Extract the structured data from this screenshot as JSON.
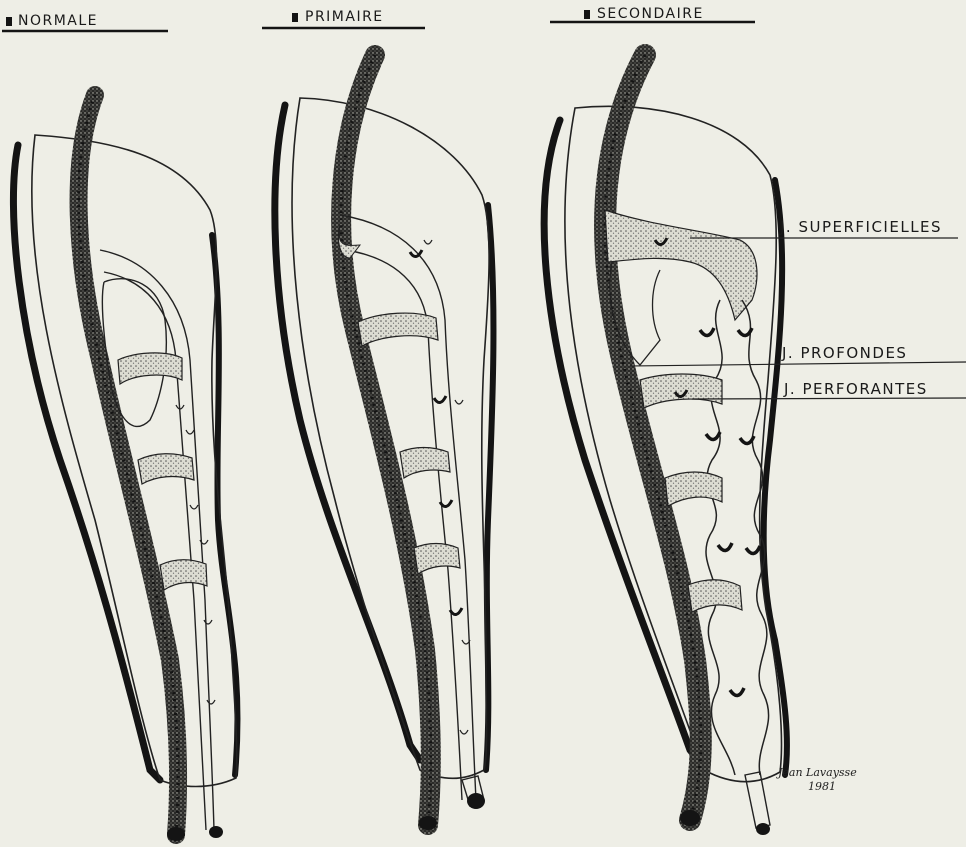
{
  "headers": {
    "normale": "NORMALE",
    "primaire": "PRIMAIRE",
    "secondaire": "SECONDAIRE"
  },
  "labels": {
    "superficielles": "J. SUPERFICIELLES",
    "profondes": "J. PROFONDES",
    "perforantes": "J. PERFORANTES"
  },
  "signature": {
    "name": "Jean Lavaysse",
    "year": "1981"
  },
  "colors": {
    "background": "#eeeee6",
    "ink": "#141414",
    "stipple": "#8c8c84"
  }
}
